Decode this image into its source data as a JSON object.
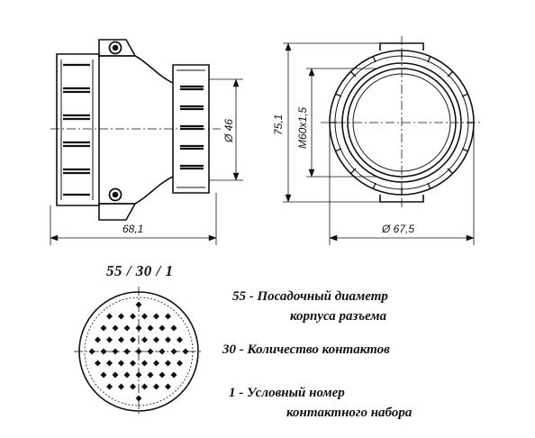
{
  "dimensions": {
    "length": "68,1",
    "bore": "Ø 46",
    "height": "75,1",
    "thread": "M60x1,5",
    "diameter": "Ø 67,5"
  },
  "code": "55 / 30 / 1",
  "legend": [
    {
      "num": "55",
      "dash": "-",
      "line1": "Посадочный диаметр",
      "line2": "корпуса разъема"
    },
    {
      "num": "30",
      "dash": "-",
      "line1": "Количество контактов"
    },
    {
      "num": "1",
      "dash": "-",
      "line1": "Условный номер",
      "line2": "контактного набора"
    }
  ]
}
